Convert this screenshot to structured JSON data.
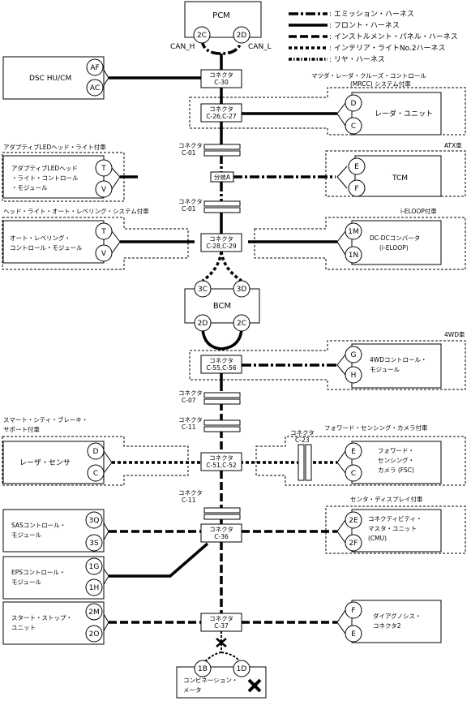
{
  "legend": [
    {
      "style": "emission",
      "label": ": エミッション・ハーネス"
    },
    {
      "style": "front",
      "label": ": フロント・ハーネス"
    },
    {
      "style": "instrument",
      "label": ": インストルメント・パネル・ハーネス"
    },
    {
      "style": "interior",
      "label": ": インテリア・ライトNo.2ハーネス"
    },
    {
      "style": "rear",
      "label": ": リヤ・ハーネス"
    }
  ],
  "pcm": {
    "name": "PCM",
    "pin_left": "2C",
    "pin_right": "2D",
    "label_left": "CAN_H",
    "label_right": "CAN_L"
  },
  "dsc": {
    "name": "DSC HU/CM",
    "pin_top": "AF",
    "pin_bottom": "AC"
  },
  "connector_word": "コネクタ",
  "connectors": {
    "c30": "C-30",
    "c26": "C-26,C-27",
    "c01a": "C-01",
    "c01b": "C-01",
    "c28": "C-28,C-29",
    "c55": "C-55,C-56",
    "c07": "C-07",
    "c11a": "C-11",
    "c51": "C-51,C-52",
    "c11b": "C-11",
    "c23": "C-23",
    "c36": "C-36",
    "c37": "C-37"
  },
  "junction": "分岐A",
  "mrcc": {
    "note_line1": "マツダ・レーダ・クルーズ・コントロール",
    "note_line2": "(MRCC) システム付車",
    "name": "レーダ・ユニット",
    "pin_top": "D",
    "pin_bottom": "C"
  },
  "atx": {
    "note": "ATX車",
    "name": "TCM",
    "pin_top": "E",
    "pin_bottom": "F"
  },
  "led": {
    "note": "アダプティブLEDヘッド・ライト付車",
    "name_line1": "アダプティブLEDヘッド",
    "name_line2": "・ライト・コントロール",
    "name_line3": "・モジュール",
    "pin_top": "T",
    "pin_bottom": "V"
  },
  "ieloop": {
    "note": "i-ELOOP付車",
    "name_line1": "DC-DCコンバータ",
    "name_line2": "(i-ELOOP)",
    "pin_top": "1M",
    "pin_bottom": "1N"
  },
  "leveling": {
    "note": "ヘッド・ライト・オート・レベリング・システム付車",
    "name_line1": "オート・レベリング・",
    "name_line2": "コントロール・モジュール",
    "pin_top": "T",
    "pin_bottom": "V"
  },
  "bcm": {
    "name": "BCM",
    "pin_tl": "3C",
    "pin_tr": "3D",
    "pin_bl": "2D",
    "pin_br": "2C"
  },
  "fwd": {
    "note": "4WD車",
    "name_line1": "4WDコントロール・",
    "name_line2": "モジュール",
    "pin_top": "G",
    "pin_bottom": "H"
  },
  "scbs": {
    "note_line1": "スマート・シティ・ブレーキ・",
    "note_line2": "サポート付車",
    "name": "レーザ・センサ",
    "pin_top": "D",
    "pin_bottom": "C"
  },
  "fsc": {
    "note": "フォワード・センシング・カメラ付車",
    "name_line1": "フォワード・",
    "name_line2": "センシング・",
    "name_line3": "カメラ (FSC)",
    "pin_top": "E",
    "pin_bottom": "C"
  },
  "sas": {
    "name_line1": "SASコントロール・",
    "name_line2": "モジュール",
    "pin_top": "3Q",
    "pin_bottom": "3S"
  },
  "cmu": {
    "note": "センタ・ディスプレイ付車",
    "name_line1": "コネクティビティ・",
    "name_line2": "マスタ・ユニット",
    "name_line3": "(CMU)",
    "pin_top": "2E",
    "pin_bottom": "2F"
  },
  "eps": {
    "name_line1": "EPSコントロール・",
    "name_line2": "モジュール",
    "pin_top": "1G",
    "pin_bottom": "1H"
  },
  "startstop": {
    "name_line1": "スタート・ストップ・",
    "name_line2": "ユニット",
    "pin_top": "2M",
    "pin_bottom": "2O"
  },
  "dlc": {
    "name_line1": "ダイアグノシス・",
    "name_line2": "コネクタ2",
    "pin_top": "F",
    "pin_bottom": "E"
  },
  "combi": {
    "name_line1": "コンビネーション・",
    "name_line2": "メータ",
    "pin_left": "1B",
    "pin_right": "1D"
  }
}
